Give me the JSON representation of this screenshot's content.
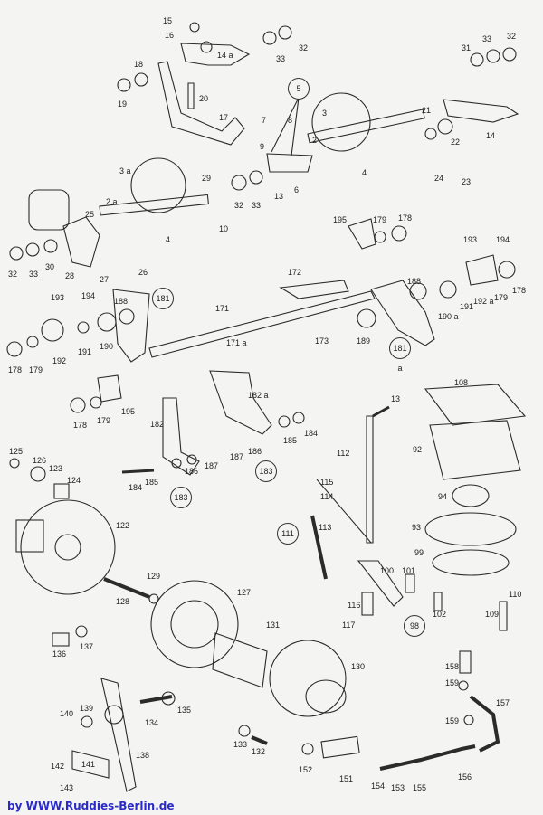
{
  "credit": "by  WWW.Ruddies-Berlin.de",
  "colors": {
    "ink": "#2b2b2b",
    "paper": "#f4f4f2",
    "credit": "#2a2ac8"
  },
  "labels": {
    "l15": "15",
    "l16": "16",
    "l14a": "14 a",
    "l33a": "33",
    "l32a": "32",
    "l31": "31",
    "l33b": "33",
    "l32b": "32",
    "l18": "18",
    "l19": "19",
    "l20": "20",
    "l17": "17",
    "l5": "5",
    "l7": "7",
    "l8": "8",
    "l9": "9",
    "l6": "6",
    "l13a": "13",
    "l3": "3",
    "l2": "2",
    "l4a": "4",
    "l21": "21",
    "l22": "22",
    "l14": "14",
    "l24": "24",
    "l23": "23",
    "l3a": "3 a",
    "l29": "29",
    "l2a": "2 a",
    "l32c": "32",
    "l33c": "33",
    "l25": "25",
    "l10": "10",
    "l4b": "4",
    "l32d": "32",
    "l33d": "33",
    "l30": "30",
    "l28": "28",
    "l27": "27",
    "l26": "26",
    "l195a": "195",
    "l179a": "179",
    "l178a": "178",
    "l193a": "193",
    "l194a": "194",
    "l172": "172",
    "l181": "181",
    "l171": "171",
    "l171a": "171 a",
    "l173": "173",
    "l189": "189",
    "l181a": "181 a",
    "l188a": "188",
    "l191a": "191",
    "l190a": "190 a",
    "l192a": "192 a",
    "l179b": "179",
    "l178b": "178",
    "l193b": "193",
    "l194b": "194",
    "l188b": "188",
    "l178c": "178",
    "l179c": "179",
    "l192": "192",
    "l191b": "191",
    "l190": "190",
    "l195b": "195",
    "l178d": "178",
    "l179d": "179",
    "l182": "182",
    "l182a": "182 a",
    "l108": "108",
    "l13b": "13",
    "l185a": "185",
    "l184a": "184",
    "l186a": "186",
    "l187a": "187",
    "l183a": "183",
    "l112": "112",
    "l125": "125",
    "l126": "126",
    "l123": "123",
    "l124": "124",
    "l184b": "184",
    "l185b": "185",
    "l186b": "186",
    "l187b": "187",
    "l183b": "183",
    "l92": "92",
    "l115": "115",
    "l114": "114",
    "l111": "111",
    "l113": "113",
    "l94": "94",
    "l93": "93",
    "l99": "99",
    "l122": "122",
    "l129": "129",
    "l100": "100",
    "l101": "101",
    "l127": "127",
    "l128": "128",
    "l110": "110",
    "l109": "109",
    "l102": "102",
    "l116": "116",
    "l117": "117",
    "l98": "98",
    "l131": "131",
    "l136": "136",
    "l137": "137",
    "l130": "130",
    "l158": "158",
    "l159a": "159",
    "l157": "157",
    "l159b": "159",
    "l140": "140",
    "l139": "139",
    "l135": "135",
    "l134": "134",
    "l133": "133",
    "l132": "132",
    "l138": "138",
    "l152": "152",
    "l151": "151",
    "l156": "156",
    "l142": "142",
    "l141": "141",
    "l143": "143",
    "l154": "154",
    "l153": "153",
    "l155": "155"
  }
}
